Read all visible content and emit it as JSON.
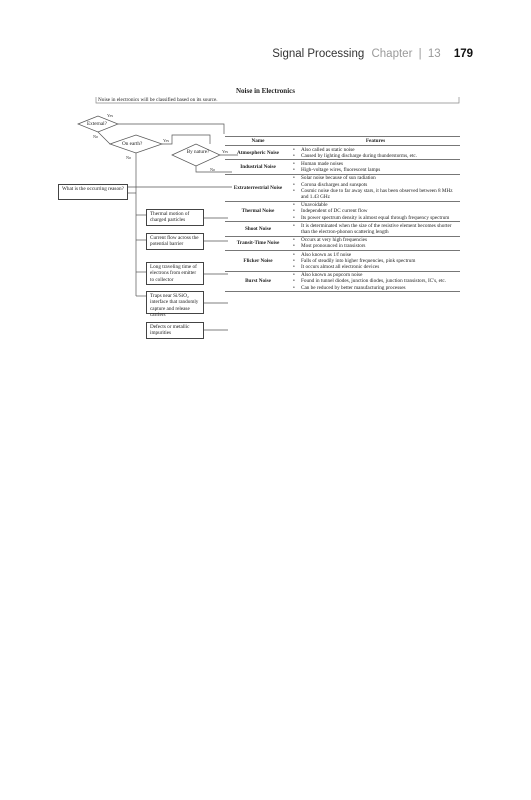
{
  "header": {
    "book": "Signal Processing",
    "chapter_label": "Chapter",
    "separator": "|",
    "chapter_number": "13",
    "page_number": "179"
  },
  "title": "Noise in Electronics",
  "flowchart": {
    "intro": "Noise in electronics will be classified based on its source.",
    "external": "External?",
    "yes": "Yes",
    "no": "No",
    "on_earth": "On earth?",
    "by_nature": "By nature?",
    "what_is": "What is the occurring reason?",
    "reasons": [
      "Thermal motion of charged particles",
      "Current flow across the potential barrier",
      "Long traveling time of electrons from emitter to collector",
      "Traps near Si/SiO₂ interface that randomly capture and release carriers",
      "Defects or metallic impurities"
    ]
  },
  "table": {
    "headers": [
      "Name",
      "Features"
    ],
    "rows": [
      {
        "name": "Atmospheric Noise",
        "features": [
          "Also called as static noise",
          "Caused by lighting discharge during thunderstorms, etc."
        ]
      },
      {
        "name": "Industrial Noise",
        "features": [
          "Human made noises",
          "High-voltage wires, fluorescent lamps"
        ]
      },
      {
        "name": "Extraterrestrial Noise",
        "features": [
          "Solar noise because of sun radiation",
          "Corona discharges and sunspots",
          "Cosmic noise due to far away stars, it has been observed between 8 MHz and 1.43 GHz"
        ]
      },
      {
        "name": "Thermal Noise",
        "features": [
          "Unavoidable",
          "Independent of DC current flow",
          "Its power spectrum density is almost equal through frequency spectrum"
        ]
      },
      {
        "name": "Shoot Noise",
        "features": [
          "It is determinated when the size of the resistive element becomes shorter than the electron-phonon scattering length"
        ]
      },
      {
        "name": "Transit-Time Noise",
        "features": [
          "Occurs at very high frequencies",
          "Most pronounced in transistors"
        ]
      },
      {
        "name": "Flicker Noise",
        "features": [
          "Also known as 1/f noise",
          "Falls of steadily into higher frequencies, pink spectrum",
          "It occurs almost all electronic devices"
        ]
      },
      {
        "name": "Burst Noise",
        "features": [
          "Also known as popcorn noise",
          "Found in tunnel diodes, junction diodes, junction transistors, IC's, etc.",
          "Can be reduced by better manufacturing processes"
        ]
      }
    ]
  }
}
